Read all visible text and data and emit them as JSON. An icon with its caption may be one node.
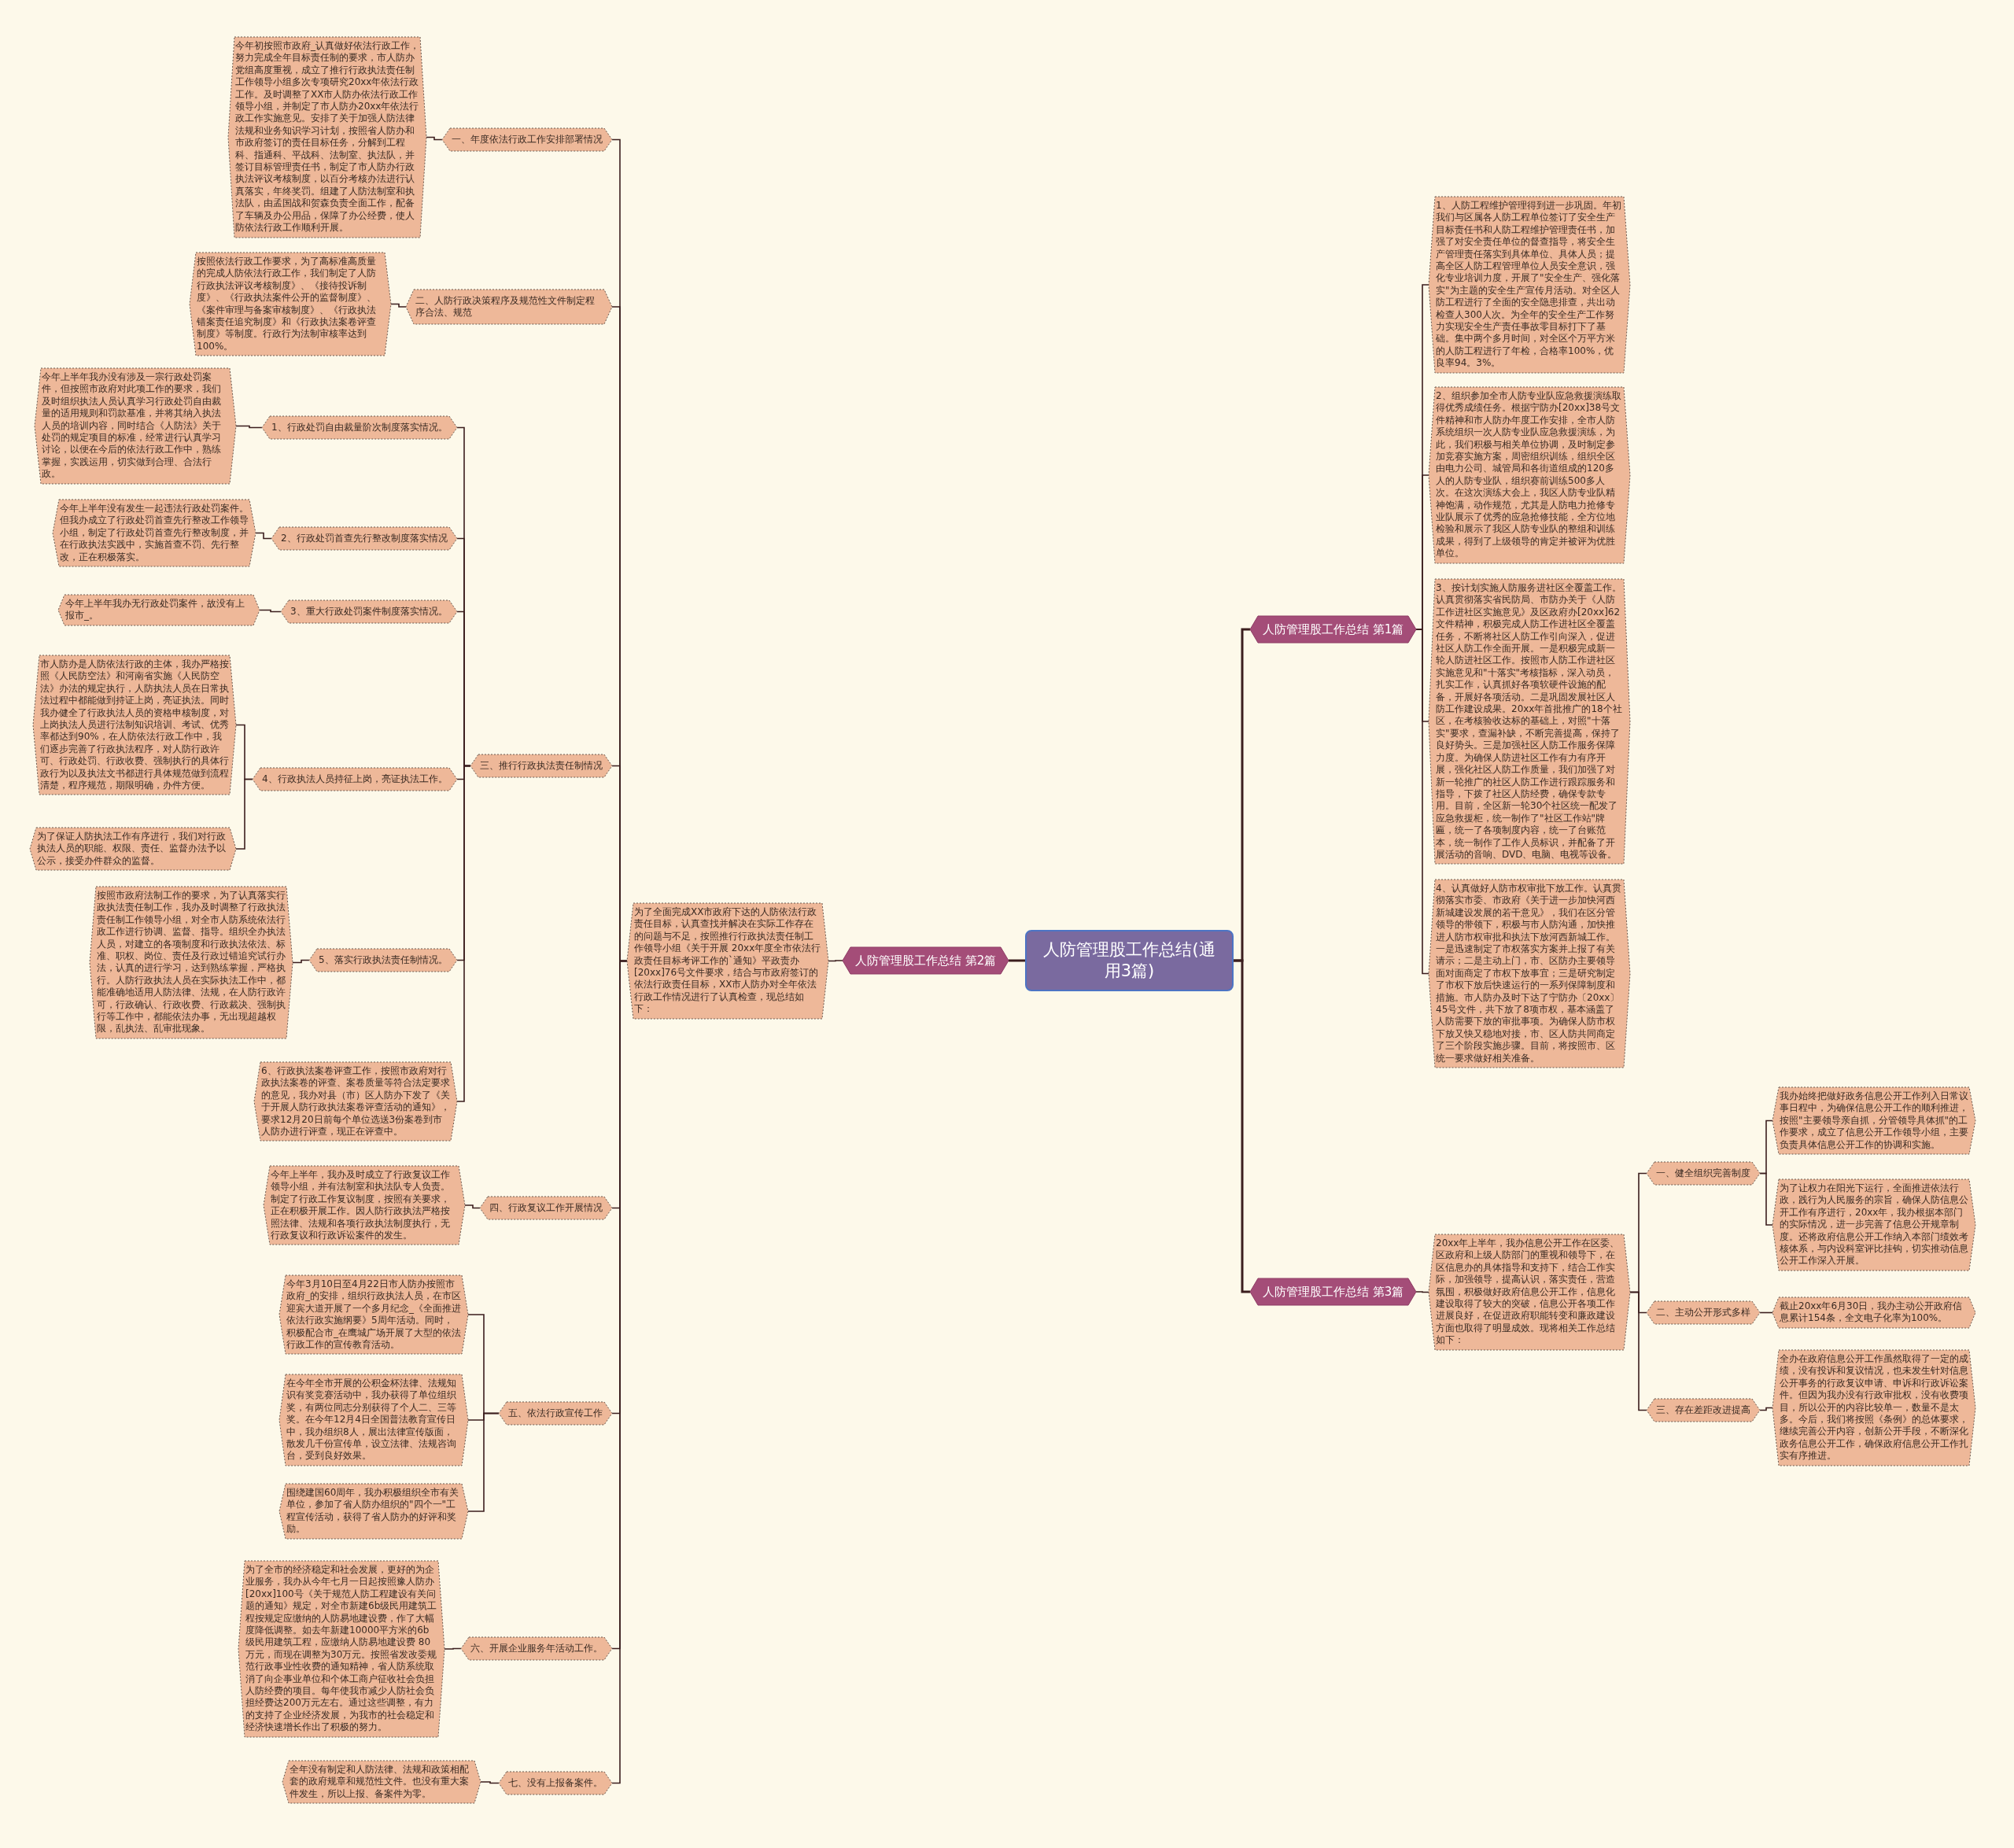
{
  "diagram": {
    "nodes": [
      {
        "text": [
          "人防管理股工作总结(通用3篇)"
        ]
      },
      {
        "text": [
          "人防管理股工作总结 第2篇"
        ]
      },
      {
        "text": [
          "为了全面完成XX市政府下达的人防依法行政责任目标，认真查找并解决在实际工作存在的问题与不足，按照推行行政执法责任制工作领导小组《关于开展 20xx年度全市依法行政责任目标考评工作的`通知》平政责办[20xx]76号文件要求，结合与市政府签订的依法行政责任目标，XX市人防办对全年依法行政工作情况进行了认真检查，现总结如下："
        ]
      },
      {
        "text": [
          "一、年度依法行政工作安排部署情况"
        ]
      },
      {
        "text": [
          "今年初按照市政府_认真做好依法行政工作，努力完成全年目标责任制的要求，市人防办党组高度重视，成立了推行行政执法责任制工作领导小组多次专项研究20xx年依法行政工作。及时调整了XX市人防办依法行政工作领导小组，并制定了市人防办20xx年依法行政工作实施意见。安排了关于加强人防法律法规和业务知识学习计划，按照省人防办和市政府签订的责任目标任务，分解到工程科、指通科、平战科、法制室、执法队，并签订目标管理责任书，制定了市人防办行政执法评议考核制度，以百分考核办法进行认真落实，年终奖罚。组建了人防法制室和执法队，由孟国战和贺森负责全面工作，配备了车辆及办公用品，保障了办公经费，使人防依法行政工作顺利开展。"
        ]
      },
      {
        "text": [
          "二、人防行政决策程序及规范性文件制定程序合法、规范"
        ]
      },
      {
        "text": [
          "按照依法行政工作要求，为了高标准高质量的完成人防依法行政工作，我们制定了人防行政执法评议考核制度》、《接待投诉制度》、《行政执法案件公开的监督制度》、《案件审理与备案审核制度》、《行政执法错案责任追究制度》和《行政执法案卷评查制度》等制度。行政行为法制审核率达到100%。"
        ]
      },
      {
        "text": [
          "三、推行行政执法责任制情况"
        ]
      },
      {
        "text": [
          "1、行政处罚自由裁量阶次制度落实情况。"
        ]
      },
      {
        "text": [
          "今年上半年我办没有涉及一宗行政处罚案件，但按照市政府对此项工作的要求，我们及时组织执法人员认真学习行政处罚自由裁量的适用规则和罚款基准，并将其纳入执法人员的培训内容，同时结合《人防法》关于处罚的规定项目的标准，经常进行认真学习讨论，以便在今后的依法行政工作中，熟练掌握，实践运用，切实做到合理、合法行政。"
        ]
      },
      {
        "text": [
          "2、行政处罚首查先行整改制度落实情况"
        ]
      },
      {
        "text": [
          "今年上半年没有发生一起违法行政处罚案件。但我办成立了行政处罚首查先行整改工作领导小组，制定了行政处罚首查先行整改制度，并在行政执法实践中，实施首查不罚、先行整改，正在积极落实。"
        ]
      },
      {
        "text": [
          "3、重大行政处罚案件制度落实情况。"
        ]
      },
      {
        "text": [
          "今年上半年我办无行政处罚案件，故没有上报市_。"
        ]
      },
      {
        "text": [
          "4、行政执法人员持征上岗，亮证执法工作。"
        ]
      },
      {
        "text": [
          "市人防办是人防依法行政的主体，我办严格按照《人民防空法》和河南省实施《人民防空法》办法的规定执行，人防执法人员在日常执法过程中都能做到持证上岗，亮证执法。同时我办健全了行政执法人员的资格申核制度，对上岗执法人员进行法制知识培训、考试、优秀率都达到90%，在人防依法行政工作中，我们逐步完善了行政执法程序，对人防行政许可、行政处罚、行政收费、强制执行的具体行政行为以及执法文书都进行具体规范做到流程清楚，程序规范，期限明确，办件方便。"
        ]
      },
      {
        "text": [
          "为了保证人防执法工作有序进行，我们对行政执法人员的职能、权限、责任、监督办法予以公示，接受办件群众的监督。"
        ]
      },
      {
        "text": [
          "5、落实行政执法责任制情况。"
        ]
      },
      {
        "text": [
          "按照市政府法制工作的要求，为了认真落实行政执法责任制工作，我办及时调整了行政执法责任制工作领导小组，对全市人防系统依法行政工作进行协调、监督、指导。组织全办执法人员，对建立的各项制度和行政执法依法、标准、职权、岗位、责任及行政过错追究试行办法，认真的进行学习，达到熟练掌握，严格执行。人防行政执法人员在实际执法工作中，都能准确地适用人防法律、法规，在人防行政许可，行政确认、行政收费、行政裁决、强制执行等工作中，都能依法办事，无出现超越权限，乱执法、乱审批现象。"
        ]
      },
      {
        "text": [
          "6、行政执法案卷评查工作，按照市政府对行政执法案卷的评查、案卷质量等符合法定要求的意见，我办对县（市）区人防办下发了《关于开展人防行政执法案卷评查活动的通知》，要求12月20日前每个单位选送3份案卷到市人防办进行评查，现正在评查中。"
        ]
      },
      {
        "text": [
          "四、行政复议工作开展情况"
        ]
      },
      {
        "text": [
          "今年上半年，我办及时成立了行政复议工作领导小组，并有法制室和执法队专人负责。制定了行政工作复议制度，按照有关要求，正在积极开展工作。因人防行政执法严格按照法律、法规和各项行政执法制度执行，无行政复议和行政诉讼案件的发生。"
        ]
      },
      {
        "text": [
          "五、依法行政宣传工作"
        ]
      },
      {
        "text": [
          "今年3月10日至4月22日市人防办按照市政府_的安排，组织行政执法人员，在市区迎宾大道开展了一个多月纪念_《全面推进依法行政实施纲要》5周年活动。同时，积极配合市_在鹰城广场开展了大型的依法行政工作的宣传教育活动。"
        ]
      },
      {
        "text": [
          "在今年全市开展的公积金杯法律、法规知识有奖竞赛活动中，我办获得了单位组织奖，有两位同志分别获得了个人二、三等奖。在今年12月4日全国普法教育宣传日中，我办组织8人，展出法律宣传版面，散发几千份宣传单，设立法律、法规咨询台，受到良好效果。"
        ]
      },
      {
        "text": [
          "围绕建国60周年，我办积极组织全市有关单位，参加了省人防办组织的\"四个一\"工程宣传活动，获得了省人防办的好评和奖励。"
        ]
      },
      {
        "text": [
          "六、开展企业服务年活动工作。"
        ]
      },
      {
        "text": [
          "为了全市的经济稳定和社会发展，更好的为企业服务，我办从今年七月一日起按照豫人防办[20xx]100号《关于规范人防工程建设有关问题的通知》规定，对全市新建6b级民用建筑工程按规定应缴纳的人防易地建设费，作了大幅度降低调整。如去年新建10000平方米的6b级民用建筑工程，应缴纳人防易地建设费 80万元，而现在调整为30万元。按照省发改委规范行政事业性收费的通知精神，省人防系统取消了向企事业单位和个体工商户征收社会负担人防经费的项目。每年使我市减少人防社会负担经费达200万元左右。通过这些调整，有力的支持了企业经济发展，为我市的社会稳定和经济快速增长作出了积极的努力。"
        ]
      },
      {
        "text": [
          "七、没有上报备案件。"
        ]
      },
      {
        "text": [
          "全年没有制定和人防法律、法规和政策相配套的政府规章和规范性文件。也没有重大案件发生，所以上报、备案件为零。"
        ]
      },
      {
        "text": [
          "人防管理股工作总结 第1篇"
        ]
      },
      {
        "text": [
          "1、人防工程维护管理得到进一步巩固。年初我们与区属各人防工程单位签订了安全生产目标责任书和人防工程维护管理责任书，加强了对安全责任单位的督查指导，将安全生产管理责任落实到具体单位、具体人员；提高全区人防工程管理单位人员安全意识，强化专业培训力度，开展了\"安全生产、强化落实\"为主题的安全生产宣传月活动。对全区人防工程进行了全面的安全隐患排查，共出动检查人300人次。为全年的安全生产工作努力实现安全生产责任事故零目标打下了基础。集中两个多月时间，对全区个万平方米的人防工程进行了年检，合格率100%，优良率94。3%。"
        ]
      },
      {
        "text": [
          "2、组织参加全市人防专业队应急救援演练取得优秀成绩任务。根据宁防办[20xx]38号文件精神和市人防办年度工作安排，全市人防系统组织一次人防专业队应急救援演练，为此，我们积极与相关单位协调，及时制定参加竞赛实施方案，周密组织训练，组织全区由电力公司、城管局和各街道组成的120多人的人防专业队，组织赛前训练500多人次。在这次演练大会上，我区人防专业队精神饱满，动作规范，尤其是人防电力抢修专业队展示了优秀的应急抢修技能，全方位地检验和展示了我区人防专业队的整组和训练成果，得到了上级领导的肯定并被评为优胜单位。"
        ]
      },
      {
        "text": [
          "3、按计划实施人防服务进社区全覆盖工作。认真贯彻落实省民防局、市防办关于《人防工作进社区实施意见》及区政府办[20xx]62文件精神，积极完成人防工作进社区全覆盖任务，不断将社区人防工作引向深入，促进社区人防工作全面开展。一是积极完成新一轮人防进社区工作。按照市人防工作进社区实施意见和\"十落实\"考核指标，深入动员，扎实工作，认真抓好各项软硬件设施的配备，开展好各项活动。二是巩固发展社区人防工作建设成果。20xx年首批推广的18个社区，在考核验收达标的基础上，对照\"十落实\"要求，查漏补缺，不断完善提高，保持了良好势头。三是加强社区人防工作服务保障力度。为确保人防进社区工作有力有序开展，强化社区人防工作质量，我们加强了对新一轮推广的社区人防工作进行跟踪服务和指导，下拨了社区人防经费，确保专款专用。目前，全区新一轮30个社区统一配发了应急救援柜，统一制作了\"社区工作站\"牌匾，统一了各项制度内容，统一了台账范本，统一制作了工作人员标识，并配备了开展活动的音响、DVD、电脑、电视等设备。"
        ]
      },
      {
        "text": [
          "4、认真做好人防市权审批下放工作。认真贯彻落实市委、市政府《关于进一步加快河西新城建设发展的若干意见》，我们在区分管领导的带领下，积极与市人防沟通，加快推进人防市权审批和执法下放河西新城工作。一是迅速制定了市权落实方案并上报了有关请示；二是主动上门，市、区防办主要领导面对面商定了市权下放事宜；三是研究制定了市权下放后快速运行的一系列保障制度和措施。市人防办及时下达了宁防办〔20xx〕45号文件，共下放了8项市权，基本涵盖了人防需要下放的审批事项。为确保人防市权下放又快又稳地对接，市、区人防共同商定了三个阶段实施步骤。目前，将按照市、区统一要求做好相关准备。"
        ]
      },
      {
        "text": [
          "人防管理股工作总结 第3篇"
        ]
      },
      {
        "text": [
          "20xx年上半年，我办信息公开工作在区委、区政府和上级人防部门的重视和领导下，在区信息办的具体指导和支持下，结合工作实际，加强领导，提高认识，落实责任，营造氛围，积极做好政府信息公开工作，信息化建设取得了较大的突破，信息公开各项工作进展良好，在促进政府职能转变和廉政建设方面也取得了明显成效。现将相关工作总结如下："
        ]
      },
      {
        "text": [
          "一、健全组织完善制度"
        ]
      },
      {
        "text": [
          "我办始终把做好政务信息公开工作列入日常议事日程中，为确保信息公开工作的顺利推进，按照\"主要领导亲自抓，分管领导具体抓\"的工作要求，成立了信息公开工作领导小组，主要负责具体信息公开工作的协调和实施。"
        ]
      },
      {
        "text": [
          "为了让权力在阳光下运行，全面推进依法行政，践行为人民服务的宗旨，确保人防信息公开工作有序进行，20xx年，我办根据本部门的实际情况，进一步完善了信息公开规章制度。还将政府信息公开工作纳入本部门绩效考核体系，与内设科室评比挂钩，切实推动信息公开工作深入开展。"
        ]
      },
      {
        "text": [
          "二、主动公开形式多样"
        ]
      },
      {
        "text": [
          "截止20xx年6月30日，我办主动公开政府信息累计154条，全文电子化率为100%。"
        ]
      },
      {
        "text": [
          "三、存在差距改进提高"
        ]
      },
      {
        "text": [
          "全办在政府信息公开工作虽然取得了一定的成绩，没有投诉和复议情况，也未发生针对信息公开事务的行政复议申请、申诉和行政诉讼案件。但因为我办没有行政审批权，没有收费项目，所以公开的内容比较单一，数量不是太多。今后，我们将按照《条例》的总体要求，继续完善公开内容，创新公开手段，不断深化政务信息公开工作，确保政府信息公开工作扎实有序推进。"
        ]
      }
    ],
    "edges": [
      {
        "from": 0,
        "to": 1,
        "arrow": "none"
      },
      {
        "from": 1,
        "to": 2,
        "arrow": "none"
      },
      {
        "from": 2,
        "to": 3,
        "arrow": "none"
      },
      {
        "from": 2,
        "to": 5,
        "arrow": "none"
      },
      {
        "from": 2,
        "to": 7,
        "arrow": "none"
      },
      {
        "from": 2,
        "to": 20,
        "arrow": "none"
      },
      {
        "from": 2,
        "to": 22,
        "arrow": "none"
      },
      {
        "from": 2,
        "to": 26,
        "arrow": "none"
      },
      {
        "from": 2,
        "to": 28,
        "arrow": "none"
      },
      {
        "from": 3,
        "to": 4,
        "arrow": "none"
      },
      {
        "from": 5,
        "to": 6,
        "arrow": "none"
      },
      {
        "from": 7,
        "to": 8,
        "arrow": "none"
      },
      {
        "from": 7,
        "to": 10,
        "arrow": "none"
      },
      {
        "from": 7,
        "to": 12,
        "arrow": "none"
      },
      {
        "from": 7,
        "to": 14,
        "arrow": "none"
      },
      {
        "from": 7,
        "to": 17,
        "arrow": "none"
      },
      {
        "from": 7,
        "to": 19,
        "arrow": "none"
      },
      {
        "from": 8,
        "to": 9,
        "arrow": "none"
      },
      {
        "from": 10,
        "to": 11,
        "arrow": "none"
      },
      {
        "from": 12,
        "to": 13,
        "arrow": "none"
      },
      {
        "from": 14,
        "to": 15,
        "arrow": "none"
      },
      {
        "from": 14,
        "to": 16,
        "arrow": "none"
      },
      {
        "from": 17,
        "to": 18,
        "arrow": "none"
      },
      {
        "from": 20,
        "to": 21,
        "arrow": "none"
      },
      {
        "from": 22,
        "to": 23,
        "arrow": "none"
      },
      {
        "from": 22,
        "to": 24,
        "arrow": "none"
      },
      {
        "from": 22,
        "to": 25,
        "arrow": "none"
      },
      {
        "from": 26,
        "to": 27,
        "arrow": "none"
      },
      {
        "from": 28,
        "to": 29,
        "arrow": "none"
      },
      {
        "from": 0,
        "to": 30,
        "arrow": "none"
      },
      {
        "from": 30,
        "to": 31,
        "arrow": "none"
      },
      {
        "from": 30,
        "to": 32,
        "arrow": "none"
      },
      {
        "from": 30,
        "to": 33,
        "arrow": "none"
      },
      {
        "from": 30,
        "to": 34,
        "arrow": "none"
      },
      {
        "from": 0,
        "to": 35,
        "arrow": "none"
      },
      {
        "from": 35,
        "to": 36,
        "arrow": "none"
      },
      {
        "from": 36,
        "to": 37,
        "arrow": "none"
      },
      {
        "from": 36,
        "to": 40,
        "arrow": "none"
      },
      {
        "from": 36,
        "to": 42,
        "arrow": "none"
      },
      {
        "from": 37,
        "to": 38,
        "arrow": "none"
      },
      {
        "from": 37,
        "to": 39,
        "arrow": "none"
      },
      {
        "from": 40,
        "to": 41,
        "arrow": "none"
      },
      {
        "from": 42,
        "to": 43,
        "arrow": "none"
      }
    ]
  }
}
